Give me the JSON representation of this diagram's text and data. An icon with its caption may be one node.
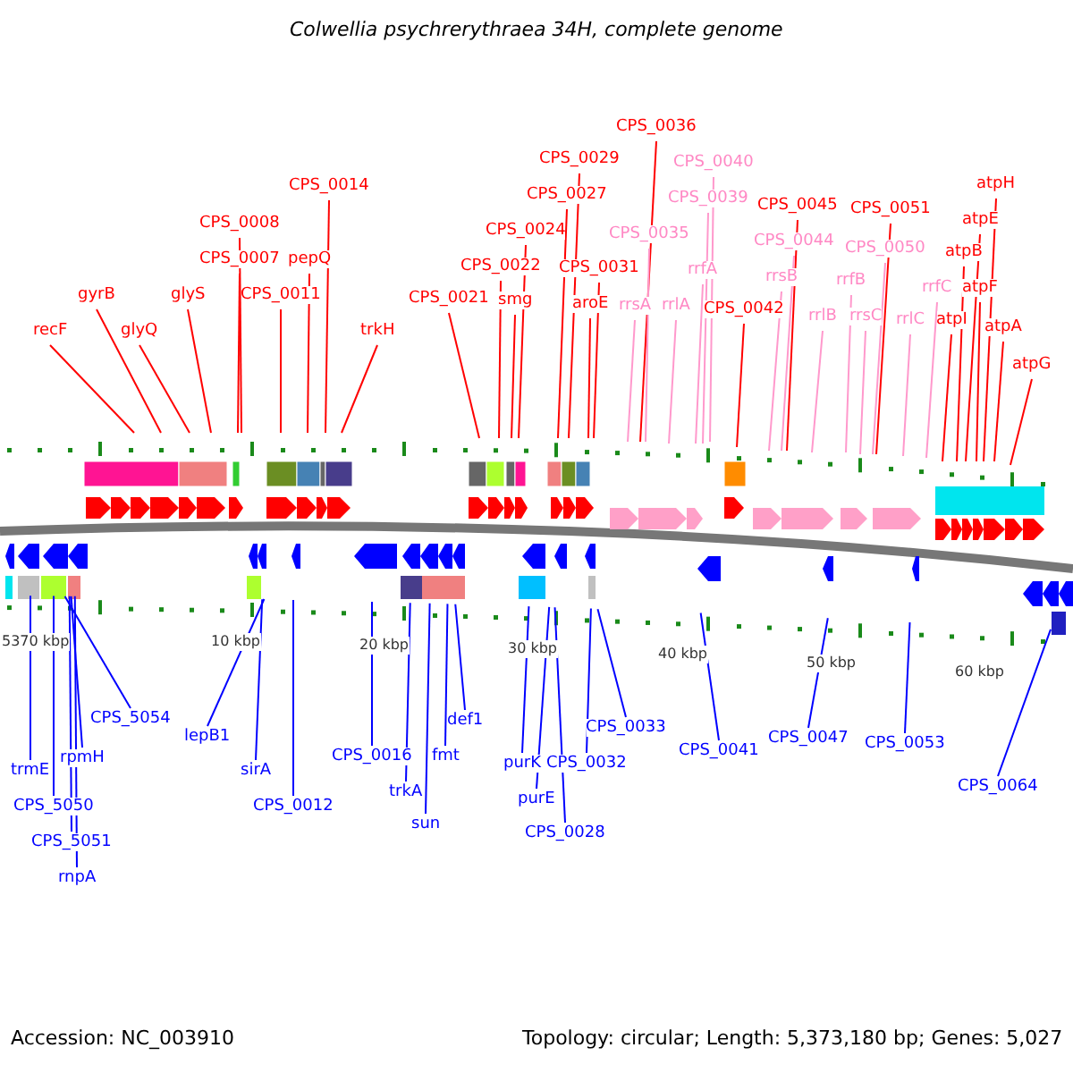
{
  "diagram": {
    "title": "Colwellia psychrerythraea 34H, complete genome",
    "nodes": [
      {
        "text": [
          "CPS_0036"
        ]
      },
      {
        "text": [
          "CPS_0029"
        ]
      },
      {
        "text": [
          "CPS_0040"
        ]
      },
      {
        "text": [
          "CPS_0014"
        ]
      },
      {
        "text": [
          "CPS_0027"
        ]
      },
      {
        "text": [
          "CPS_0039"
        ]
      },
      {
        "text": [
          "atpH"
        ]
      },
      {
        "text": [
          "CPS_0045"
        ]
      },
      {
        "text": [
          "CPS_0051"
        ]
      },
      {
        "text": [
          "CPS_0008"
        ]
      },
      {
        "text": [
          "atpE"
        ]
      },
      {
        "text": [
          "CPS_0024"
        ]
      },
      {
        "text": [
          "CPS_0035"
        ]
      },
      {
        "text": [
          "CPS_0044"
        ]
      },
      {
        "text": [
          "CPS_0050"
        ]
      },
      {
        "text": [
          "atpB"
        ]
      },
      {
        "text": [
          "CPS_0007"
        ]
      },
      {
        "text": [
          "pepQ"
        ]
      },
      {
        "text": [
          "CPS_0022"
        ]
      },
      {
        "text": [
          "CPS_0031"
        ]
      },
      {
        "text": [
          "rrfA"
        ]
      },
      {
        "text": [
          "rrsB"
        ]
      },
      {
        "text": [
          "rrfB"
        ]
      },
      {
        "text": [
          "rrfC"
        ]
      },
      {
        "text": [
          "atpF"
        ]
      },
      {
        "text": [
          "gyrB"
        ]
      },
      {
        "text": [
          "glyS"
        ]
      },
      {
        "text": [
          "CPS_0011"
        ]
      },
      {
        "text": [
          "CPS_0021"
        ]
      },
      {
        "text": [
          "smg"
        ]
      },
      {
        "text": [
          "aroE"
        ]
      },
      {
        "text": [
          "rrsA"
        ]
      },
      {
        "text": [
          "rrlA"
        ]
      },
      {
        "text": [
          "CPS_0042"
        ]
      },
      {
        "text": [
          "rrlB"
        ]
      },
      {
        "text": [
          "rrsC"
        ]
      },
      {
        "text": [
          "rrlC"
        ]
      },
      {
        "text": [
          "atpI"
        ]
      },
      {
        "text": [
          "atpA"
        ]
      },
      {
        "text": [
          "recF"
        ]
      },
      {
        "text": [
          "glyQ"
        ]
      },
      {
        "text": [
          "trkH"
        ]
      },
      {
        "text": [
          "atpG"
        ]
      },
      {
        "text": [
          "CPS_5054"
        ]
      },
      {
        "text": [
          "def1"
        ]
      },
      {
        "text": [
          "CPS_0033"
        ]
      },
      {
        "text": [
          "lepB1"
        ]
      },
      {
        "text": [
          "CPS_0047"
        ]
      },
      {
        "text": [
          "CPS_0053"
        ]
      },
      {
        "text": [
          "CPS_0041"
        ]
      },
      {
        "text": [
          "CPS_0016"
        ]
      },
      {
        "text": [
          "fmt"
        ]
      },
      {
        "text": [
          "rpmH"
        ]
      },
      {
        "text": [
          "purK"
        ]
      },
      {
        "text": [
          "CPS_0032"
        ]
      },
      {
        "text": [
          "trmE"
        ]
      },
      {
        "text": [
          "sirA"
        ]
      },
      {
        "text": [
          "CPS_0064"
        ]
      },
      {
        "text": [
          "trkA"
        ]
      },
      {
        "text": [
          "purE"
        ]
      },
      {
        "text": [
          "CPS_5050"
        ]
      },
      {
        "text": [
          "CPS_0012"
        ]
      },
      {
        "text": [
          "sun"
        ]
      },
      {
        "text": [
          "CPS_0028"
        ]
      },
      {
        "text": [
          "CPS_5051"
        ]
      },
      {
        "text": [
          "rnpA"
        ]
      }
    ],
    "edges": [
      {
        "from": 0,
        "to": null,
        "arrow": "none"
      },
      {
        "from": 1,
        "to": null,
        "arrow": "none"
      },
      {
        "from": 2,
        "to": null,
        "arrow": "none",
        "color": "#ff99cc"
      },
      {
        "from": 3,
        "to": null,
        "arrow": "none"
      },
      {
        "from": 4,
        "to": null,
        "arrow": "none"
      },
      {
        "from": 5,
        "to": null,
        "arrow": "none",
        "color": "#ff99cc"
      },
      {
        "from": 6,
        "to": null,
        "arrow": "none"
      },
      {
        "from": 7,
        "to": null,
        "arrow": "none"
      },
      {
        "from": 8,
        "to": null,
        "arrow": "none"
      },
      {
        "from": 9,
        "to": null,
        "arrow": "none"
      },
      {
        "from": 10,
        "to": null,
        "arrow": "none"
      },
      {
        "from": 11,
        "to": null,
        "arrow": "none"
      },
      {
        "from": 12,
        "to": null,
        "arrow": "none",
        "color": "#ff99cc"
      },
      {
        "from": 13,
        "to": null,
        "arrow": "none",
        "color": "#ff99cc"
      },
      {
        "from": 14,
        "to": null,
        "arrow": "none",
        "color": "#ff99cc"
      },
      {
        "from": 15,
        "to": null,
        "arrow": "none"
      },
      {
        "from": 16,
        "to": null,
        "arrow": "none"
      },
      {
        "from": 17,
        "to": null,
        "arrow": "none"
      },
      {
        "from": 18,
        "to": null,
        "arrow": "none"
      },
      {
        "from": 19,
        "to": null,
        "arrow": "none"
      },
      {
        "from": 20,
        "to": null,
        "arrow": "none",
        "color": "#ff99cc"
      },
      {
        "from": 21,
        "to": null,
        "arrow": "none",
        "color": "#ff99cc"
      },
      {
        "from": 22,
        "to": null,
        "arrow": "none",
        "color": "#ff99cc"
      },
      {
        "from": 23,
        "to": null,
        "arrow": "none",
        "color": "#ff99cc"
      },
      {
        "from": 24,
        "to": null,
        "arrow": "none"
      },
      {
        "from": 25,
        "to": null,
        "arrow": "none"
      },
      {
        "from": 26,
        "to": null,
        "arrow": "none"
      },
      {
        "from": 27,
        "to": null,
        "arrow": "none"
      },
      {
        "from": 28,
        "to": null,
        "arrow": "none"
      },
      {
        "from": 29,
        "to": null,
        "arrow": "none"
      },
      {
        "from": 30,
        "to": null,
        "arrow": "none"
      },
      {
        "from": 31,
        "to": null,
        "arrow": "none",
        "color": "#ff99cc"
      },
      {
        "from": 32,
        "to": null,
        "arrow": "none",
        "color": "#ff99cc"
      },
      {
        "from": 33,
        "to": null,
        "arrow": "none"
      },
      {
        "from": 34,
        "to": null,
        "arrow": "none",
        "color": "#ff99cc"
      },
      {
        "from": 35,
        "to": null,
        "arrow": "none",
        "color": "#ff99cc"
      },
      {
        "from": 36,
        "to": null,
        "arrow": "none",
        "color": "#ff99cc"
      },
      {
        "from": 37,
        "to": null,
        "arrow": "none"
      },
      {
        "from": 38,
        "to": null,
        "arrow": "none"
      },
      {
        "from": 39,
        "to": null,
        "arrow": "none"
      },
      {
        "from": 40,
        "to": null,
        "arrow": "none"
      },
      {
        "from": 41,
        "to": null,
        "arrow": "none"
      },
      {
        "from": 42,
        "to": null,
        "arrow": "none"
      },
      {
        "from": 43,
        "to": null,
        "arrow": "none",
        "color": "#0000ff"
      },
      {
        "from": 44,
        "to": null,
        "arrow": "none",
        "color": "#0000ff"
      },
      {
        "from": 45,
        "to": null,
        "arrow": "none",
        "color": "#0000ff"
      },
      {
        "from": 46,
        "to": null,
        "arrow": "none",
        "color": "#0000ff"
      },
      {
        "from": 47,
        "to": null,
        "arrow": "none",
        "color": "#0000ff"
      },
      {
        "from": 48,
        "to": null,
        "arrow": "none",
        "color": "#0000ff"
      },
      {
        "from": 49,
        "to": null,
        "arrow": "none",
        "color": "#0000ff"
      },
      {
        "from": 50,
        "to": null,
        "arrow": "none",
        "color": "#0000ff"
      },
      {
        "from": 51,
        "to": null,
        "arrow": "none",
        "color": "#0000ff"
      },
      {
        "from": 52,
        "to": null,
        "arrow": "none",
        "color": "#0000ff"
      },
      {
        "from": 53,
        "to": null,
        "arrow": "none",
        "color": "#0000ff"
      },
      {
        "from": 54,
        "to": null,
        "arrow": "none",
        "color": "#0000ff"
      },
      {
        "from": 55,
        "to": null,
        "arrow": "none",
        "color": "#0000ff"
      },
      {
        "from": 56,
        "to": null,
        "arrow": "none",
        "color": "#0000ff"
      },
      {
        "from": 57,
        "to": null,
        "arrow": "none",
        "color": "#0000ff"
      },
      {
        "from": 58,
        "to": null,
        "arrow": "none",
        "color": "#0000ff"
      },
      {
        "from": 59,
        "to": null,
        "arrow": "none",
        "color": "#0000ff"
      },
      {
        "from": 60,
        "to": null,
        "arrow": "none",
        "color": "#0000ff"
      },
      {
        "from": 61,
        "to": null,
        "arrow": "none",
        "color": "#0000ff"
      },
      {
        "from": 62,
        "to": null,
        "arrow": "none",
        "color": "#0000ff"
      },
      {
        "from": 63,
        "to": null,
        "arrow": "none",
        "color": "#0000ff"
      },
      {
        "from": 64,
        "to": null,
        "arrow": "none",
        "color": "#0000ff"
      },
      {
        "from": 65,
        "to": null,
        "arrow": "none",
        "color": "#0000ff"
      }
    ],
    "labels": [
      "5370 kbp",
      "10 kbp",
      "20 kbp",
      "30 kbp",
      "40 kbp",
      "50 kbp",
      "60 kbp",
      "Accession: NC_003910",
      "Topology: circular; Length: 5,373,180 bp; Genes: 5,027"
    ]
  }
}
